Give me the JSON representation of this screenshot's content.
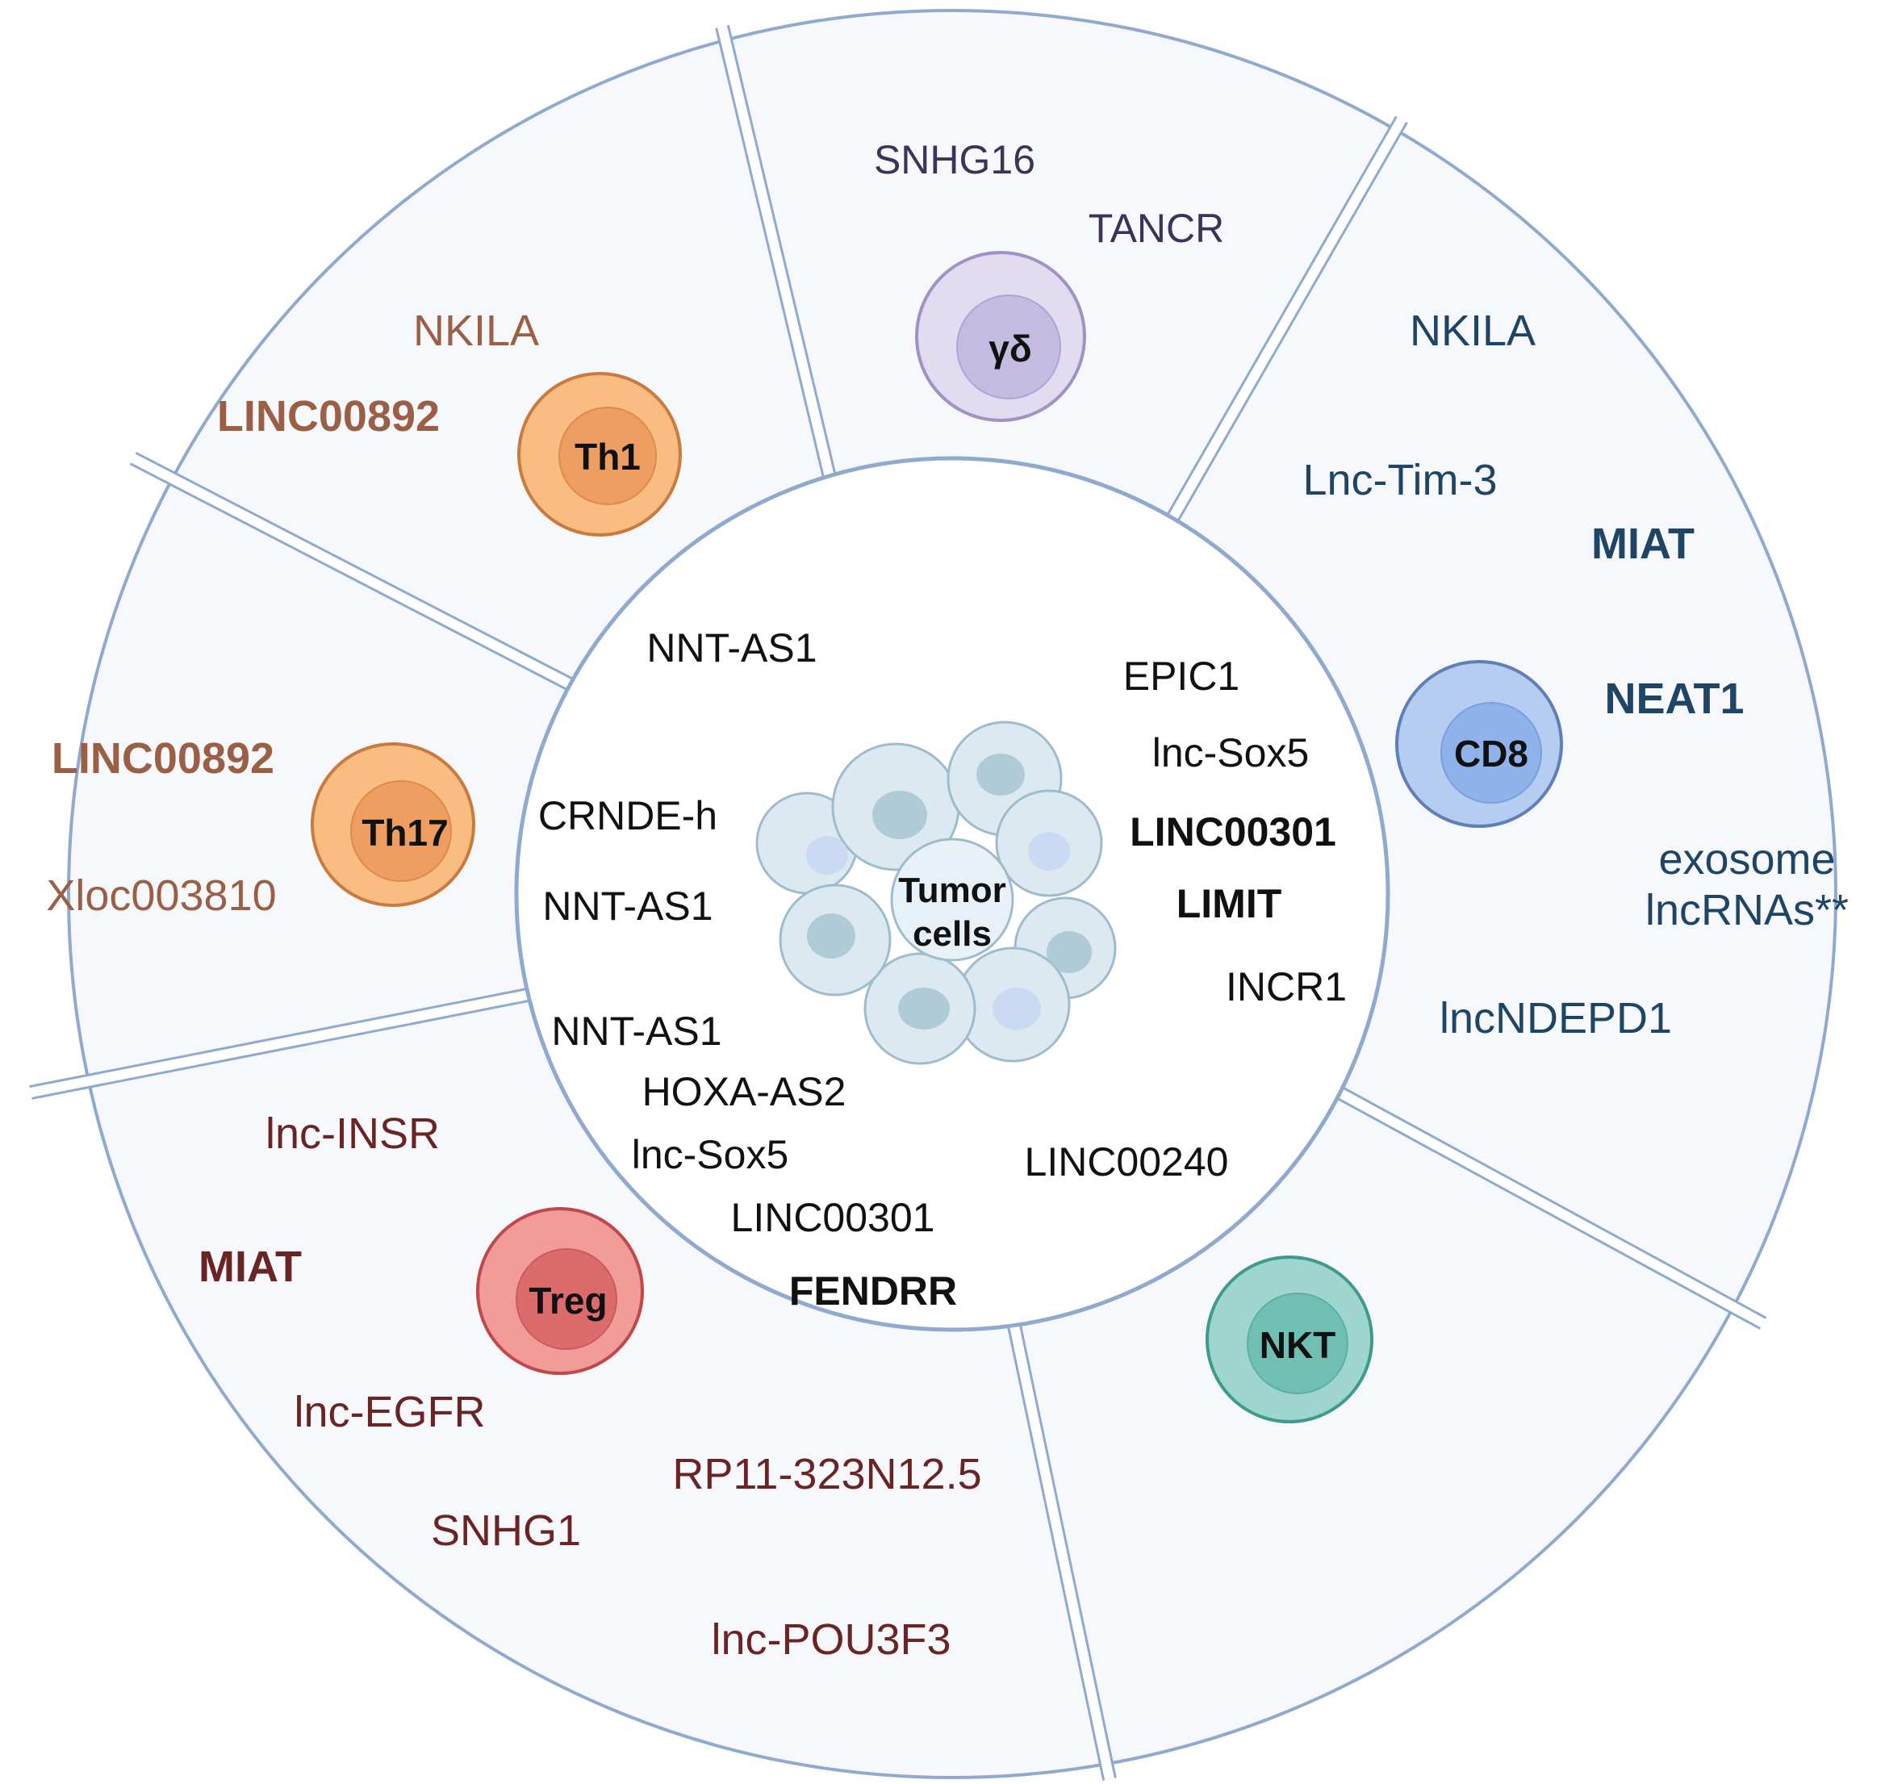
{
  "colors": {
    "background": "#ffffff",
    "outer_fill": "#f6f8fc",
    "ring_stroke": "#8fa9cf",
    "th_text": "#9b5f45",
    "gd_text": "#3a3558",
    "cd8_text": "#1f4566",
    "treg_text": "#6b2424",
    "inner_text": "#111111"
  },
  "cells": {
    "th1": "Th1",
    "th17": "Th17",
    "gd": "γδ",
    "cd8": "CD8",
    "treg": "Treg",
    "nkt": "NKT",
    "tumor_line1": "Tumor",
    "tumor_line2": "cells"
  },
  "outer": {
    "th1": [
      "NKILA",
      "LINC00892"
    ],
    "th17": [
      "LINC00892",
      "Xloc003810"
    ],
    "gd": [
      "SNHG16",
      "TANCR"
    ],
    "cd8": [
      "NKILA",
      "Lnc-Tim-3",
      "MIAT",
      "NEAT1",
      "exosome",
      "lncRNAs**",
      "lncNDEPD1"
    ],
    "treg": [
      "lnc-INSR",
      "MIAT",
      "lnc-EGFR",
      "RP11-323N12.5",
      "SNHG1",
      "lnc-POU3F3"
    ]
  },
  "inner": {
    "th1": [
      "NNT-AS1"
    ],
    "th17": [
      "CRNDE-h",
      "NNT-AS1"
    ],
    "cd8": [
      "EPIC1",
      "lnc-Sox5",
      "LINC00301",
      "LIMIT",
      "INCR1"
    ],
    "treg": [
      "NNT-AS1",
      "HOXA-AS2",
      "lnc-Sox5",
      "LINC00301",
      "FENDRR"
    ],
    "nkt": [
      "LINC00240"
    ]
  }
}
